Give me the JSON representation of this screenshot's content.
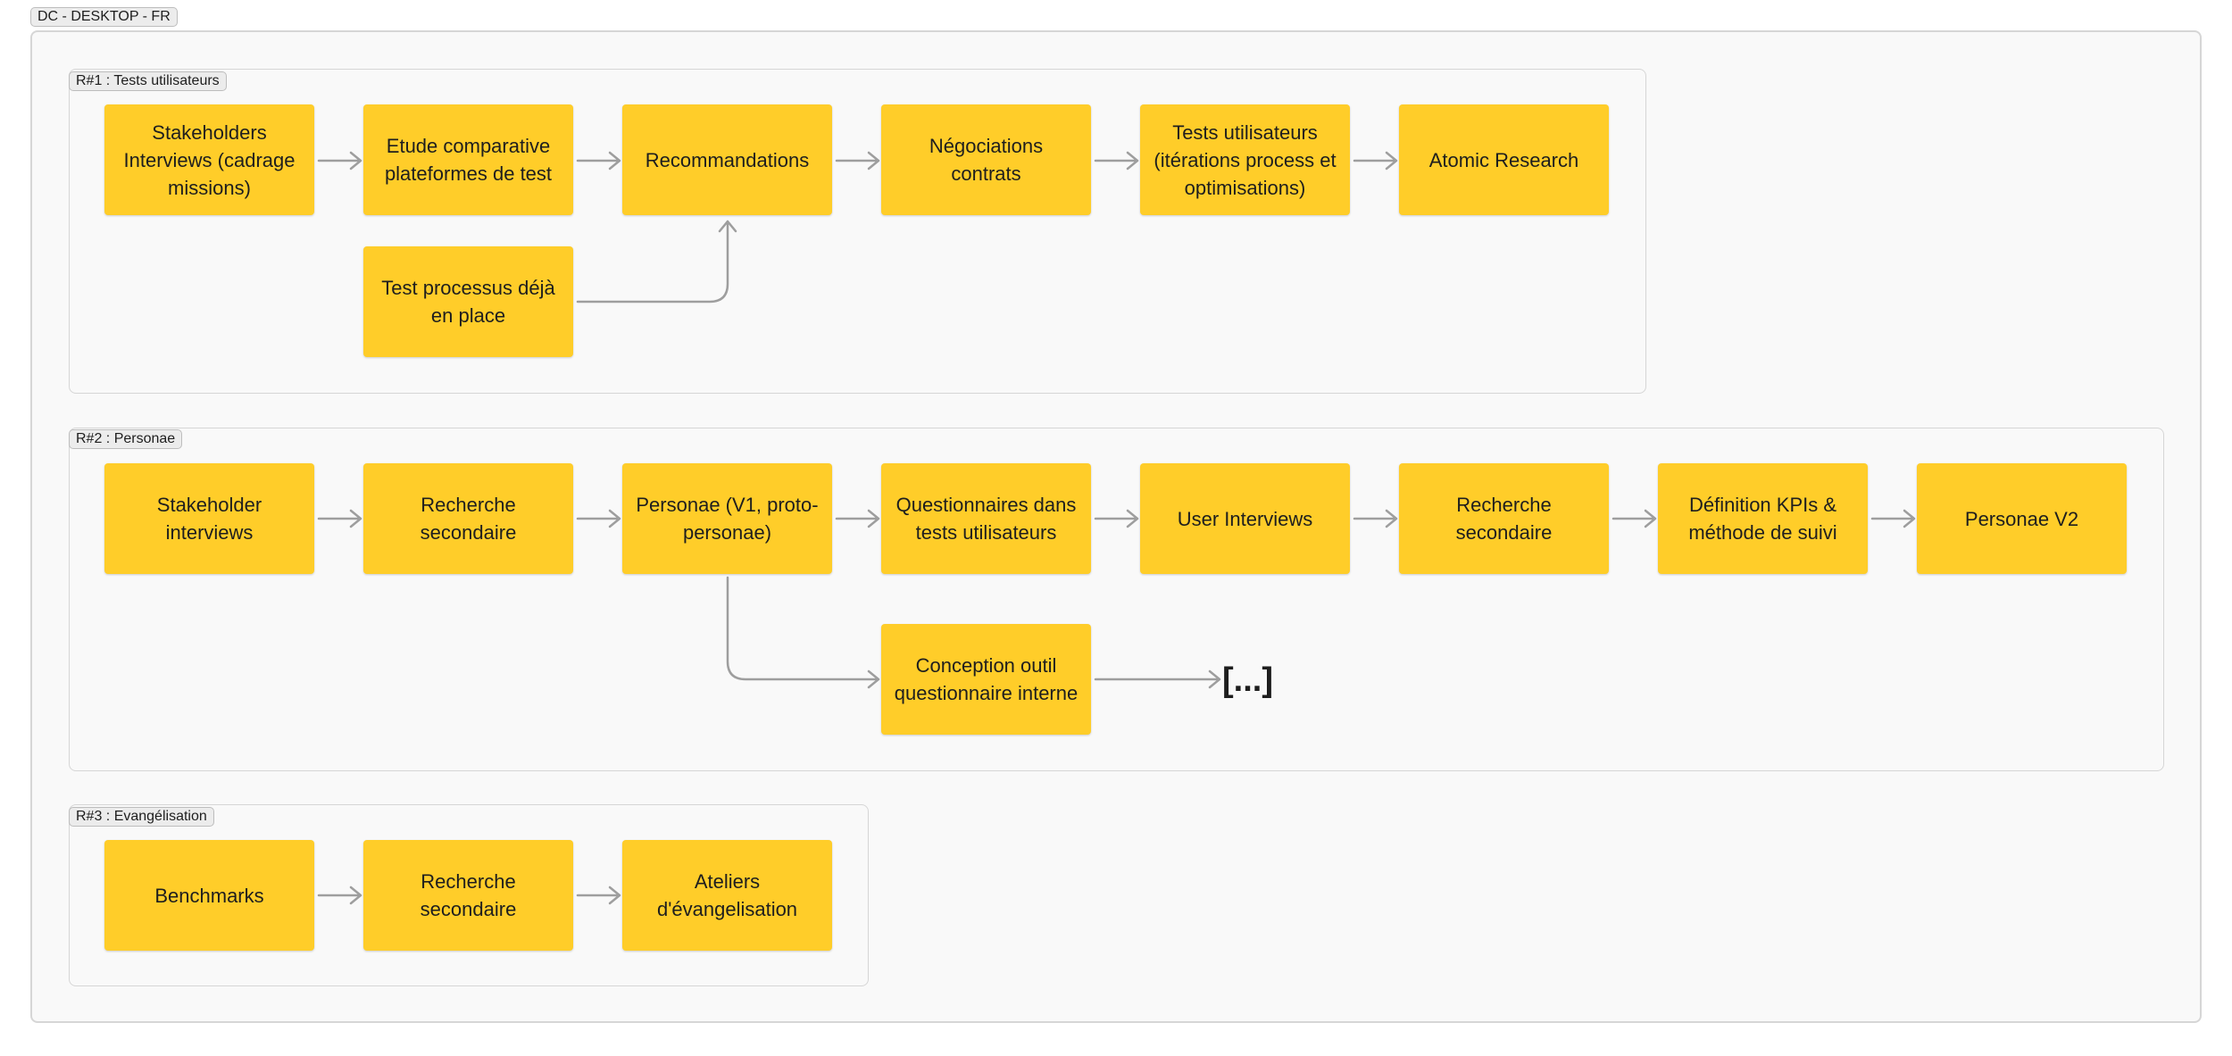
{
  "frame": {
    "label": "DC - DESKTOP - FR"
  },
  "sections": [
    {
      "label": "R#1 : Tests utilisateurs",
      "nodes": [
        "Stakeholders Interviews (cadrage missions)",
        "Etude comparative plateformes de test",
        "Recommandations",
        "Négociations contrats",
        "Tests utilisateurs (itérations process et optimisations)",
        "Atomic Research",
        "Test processus déjà en place"
      ]
    },
    {
      "label": "R#2 : Personae",
      "nodes": [
        "Stakeholder interviews",
        "Recherche secondaire",
        "Personae (V1, proto-personae)",
        "Questionnaires dans tests utilisateurs",
        "User Interviews",
        "Recherche secondaire",
        "Définition KPIs & méthode de suivi",
        "Personae V2",
        "Conception outil questionnaire interne"
      ],
      "ellipsis": "[...]"
    },
    {
      "label": "R#3 : Evangélisation",
      "nodes": [
        "Benchmarks",
        "Recherche secondaire",
        "Ateliers d'évangelisation"
      ]
    }
  ],
  "colors": {
    "sticky": "#ffcd29",
    "connector": "#9e9e9e",
    "frame_bg": "#f9f9f9"
  }
}
